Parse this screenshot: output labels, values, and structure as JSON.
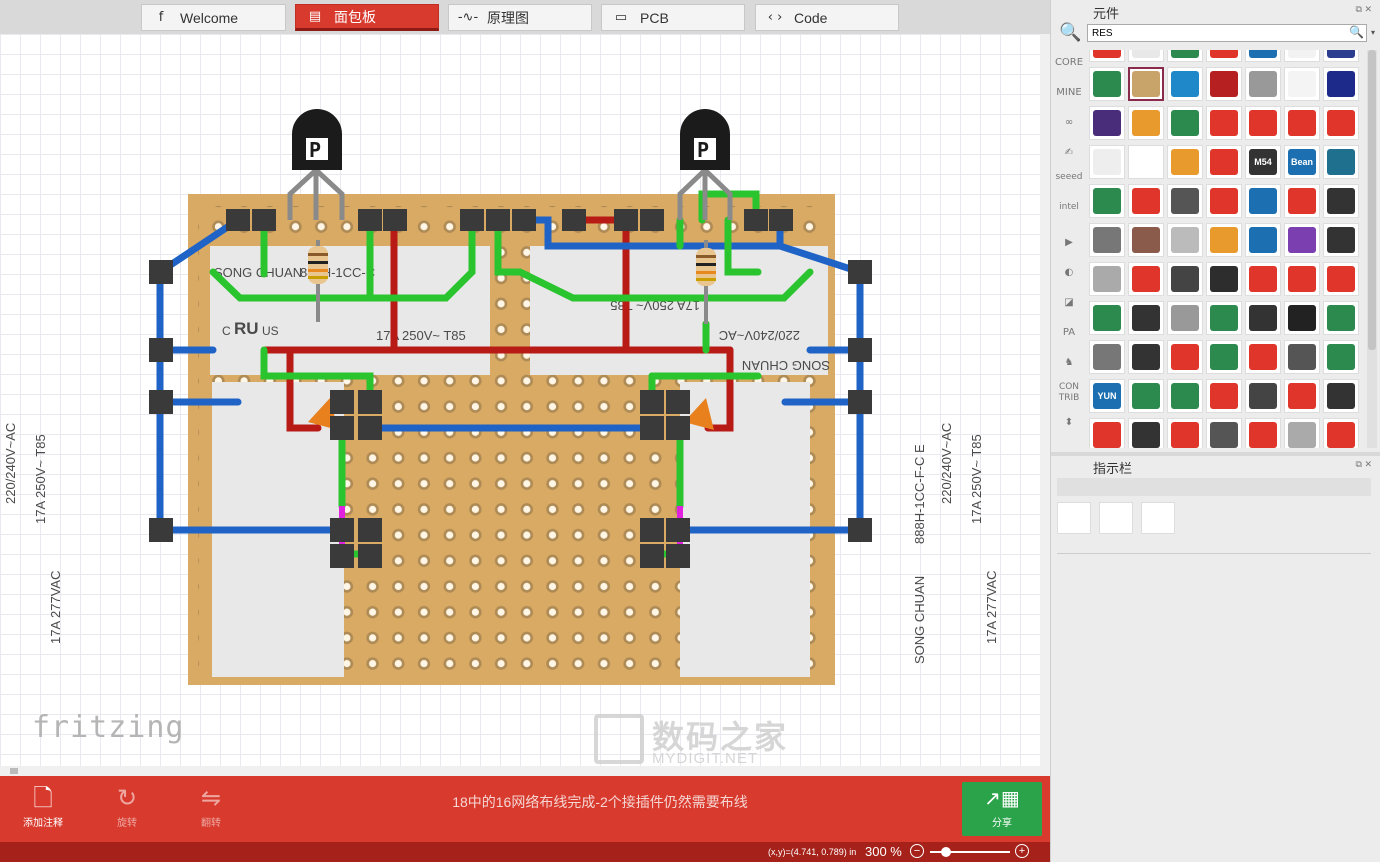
{
  "tabs": [
    {
      "icon": "f",
      "label": "Welcome"
    },
    {
      "icon": "▤",
      "label": "面包板"
    },
    {
      "icon": "-∿-",
      "label": "原理图"
    },
    {
      "icon": "▭",
      "label": "PCB"
    },
    {
      "icon": "‹ ›",
      "label": "Code"
    }
  ],
  "active_tab": "面包板",
  "canvas": {
    "logo": "fritzing",
    "watermark_cn": "数码之家",
    "watermark_en": "MYDIGIT.NET",
    "relay_text": {
      "brand": "SONG CHUAN",
      "model": "888H-1CC-F-C E",
      "model_short": "888H-1CC-C",
      "rating1": "17A 250V~ T85",
      "rating2": "220/240V~AC",
      "rating3": "17A 277VAC",
      "cert_c": "C",
      "cert_us": "US",
      "ul": "RU"
    },
    "transistor_label": "P"
  },
  "bottom": {
    "add_note": "添加注释",
    "rotate": "旋转",
    "flip": "翻转",
    "routing_status": "18中的16网络布线完成-2个接插件仍然需要布线",
    "share": "分享"
  },
  "status": {
    "coords": "(x,y)=(4.741, 0.789) in",
    "zoom": "300 %",
    "zoom_level": 0.15
  },
  "parts_panel": {
    "title": "元件",
    "search_value": "RES",
    "bins": [
      "CORE",
      "MINE",
      "∞",
      "✍",
      "seeed",
      "intel",
      "▶",
      "◐",
      "◪",
      "PA",
      "♞",
      "CON TRIB",
      "⬍"
    ]
  },
  "inspector": {
    "title": "指示栏"
  },
  "part_tiles": [
    {
      "c": "#e0352b",
      "t": ""
    },
    {
      "c": "#e8e8e8",
      "t": ""
    },
    {
      "c": "#2d8a4e",
      "t": ""
    },
    {
      "c": "#e0352b",
      "t": ""
    },
    {
      "c": "#1c6fb0",
      "t": ""
    },
    {
      "c": "#f2f2f2",
      "t": ""
    },
    {
      "c": "#2b3d8f",
      "t": ""
    },
    {
      "c": "#2d8a4e",
      "t": ""
    },
    {
      "c": "#c9a46a",
      "t": ""
    },
    {
      "c": "#1e88c8",
      "t": ""
    },
    {
      "c": "#b62020",
      "t": ""
    },
    {
      "c": "#999999",
      "t": ""
    },
    {
      "c": "#f4f4f4",
      "t": ""
    },
    {
      "c": "#1d2a8a",
      "t": ""
    },
    {
      "c": "#4a2d7a",
      "t": ""
    },
    {
      "c": "#e89a2c",
      "t": ""
    },
    {
      "c": "#2d8a4e",
      "t": ""
    },
    {
      "c": "#e0352b",
      "t": ""
    },
    {
      "c": "#e0352b",
      "t": ""
    },
    {
      "c": "#e0352b",
      "t": ""
    },
    {
      "c": "#e0352b",
      "t": ""
    },
    {
      "c": "#eeeeee",
      "t": ""
    },
    {
      "c": "#ffffff",
      "t": ""
    },
    {
      "c": "#e89a2c",
      "t": ""
    },
    {
      "c": "#e0352b",
      "t": ""
    },
    {
      "c": "#333333",
      "t": "M54"
    },
    {
      "c": "#1c6fb0",
      "t": "Bean"
    },
    {
      "c": "#1f6f8f",
      "t": ""
    },
    {
      "c": "#2d8a4e",
      "t": ""
    },
    {
      "c": "#e0352b",
      "t": ""
    },
    {
      "c": "#555555",
      "t": ""
    },
    {
      "c": "#e0352b",
      "t": ""
    },
    {
      "c": "#1c6fb0",
      "t": ""
    },
    {
      "c": "#e0352b",
      "t": ""
    },
    {
      "c": "#333333",
      "t": ""
    },
    {
      "c": "#777777",
      "t": ""
    },
    {
      "c": "#8a5a4a",
      "t": ""
    },
    {
      "c": "#bbbbbb",
      "t": ""
    },
    {
      "c": "#e89a2c",
      "t": ""
    },
    {
      "c": "#1c6fb0",
      "t": ""
    },
    {
      "c": "#7b3fb0",
      "t": ""
    },
    {
      "c": "#333333",
      "t": ""
    },
    {
      "c": "#aaaaaa",
      "t": ""
    },
    {
      "c": "#e0352b",
      "t": ""
    },
    {
      "c": "#444444",
      "t": ""
    },
    {
      "c": "#2d2d2d",
      "t": ""
    },
    {
      "c": "#e0352b",
      "t": ""
    },
    {
      "c": "#e0352b",
      "t": ""
    },
    {
      "c": "#e0352b",
      "t": ""
    },
    {
      "c": "#2d8a4e",
      "t": ""
    },
    {
      "c": "#333333",
      "t": ""
    },
    {
      "c": "#999999",
      "t": ""
    },
    {
      "c": "#2d8a4e",
      "t": ""
    },
    {
      "c": "#333333",
      "t": ""
    },
    {
      "c": "#222222",
      "t": ""
    },
    {
      "c": "#2d8a4e",
      "t": ""
    },
    {
      "c": "#777777",
      "t": ""
    },
    {
      "c": "#333333",
      "t": ""
    },
    {
      "c": "#e0352b",
      "t": ""
    },
    {
      "c": "#2d8a4e",
      "t": ""
    },
    {
      "c": "#e0352b",
      "t": ""
    },
    {
      "c": "#555555",
      "t": ""
    },
    {
      "c": "#2d8a4e",
      "t": ""
    },
    {
      "c": "#1c6fb0",
      "t": "YUN"
    },
    {
      "c": "#2d8a4e",
      "t": ""
    },
    {
      "c": "#2d8a4e",
      "t": ""
    },
    {
      "c": "#e0352b",
      "t": ""
    },
    {
      "c": "#444444",
      "t": ""
    },
    {
      "c": "#e0352b",
      "t": ""
    },
    {
      "c": "#333333",
      "t": ""
    },
    {
      "c": "#e0352b",
      "t": ""
    },
    {
      "c": "#333333",
      "t": ""
    },
    {
      "c": "#e0352b",
      "t": ""
    },
    {
      "c": "#555555",
      "t": ""
    },
    {
      "c": "#e0352b",
      "t": ""
    },
    {
      "c": "#aaaaaa",
      "t": ""
    },
    {
      "c": "#e0352b",
      "t": ""
    }
  ]
}
